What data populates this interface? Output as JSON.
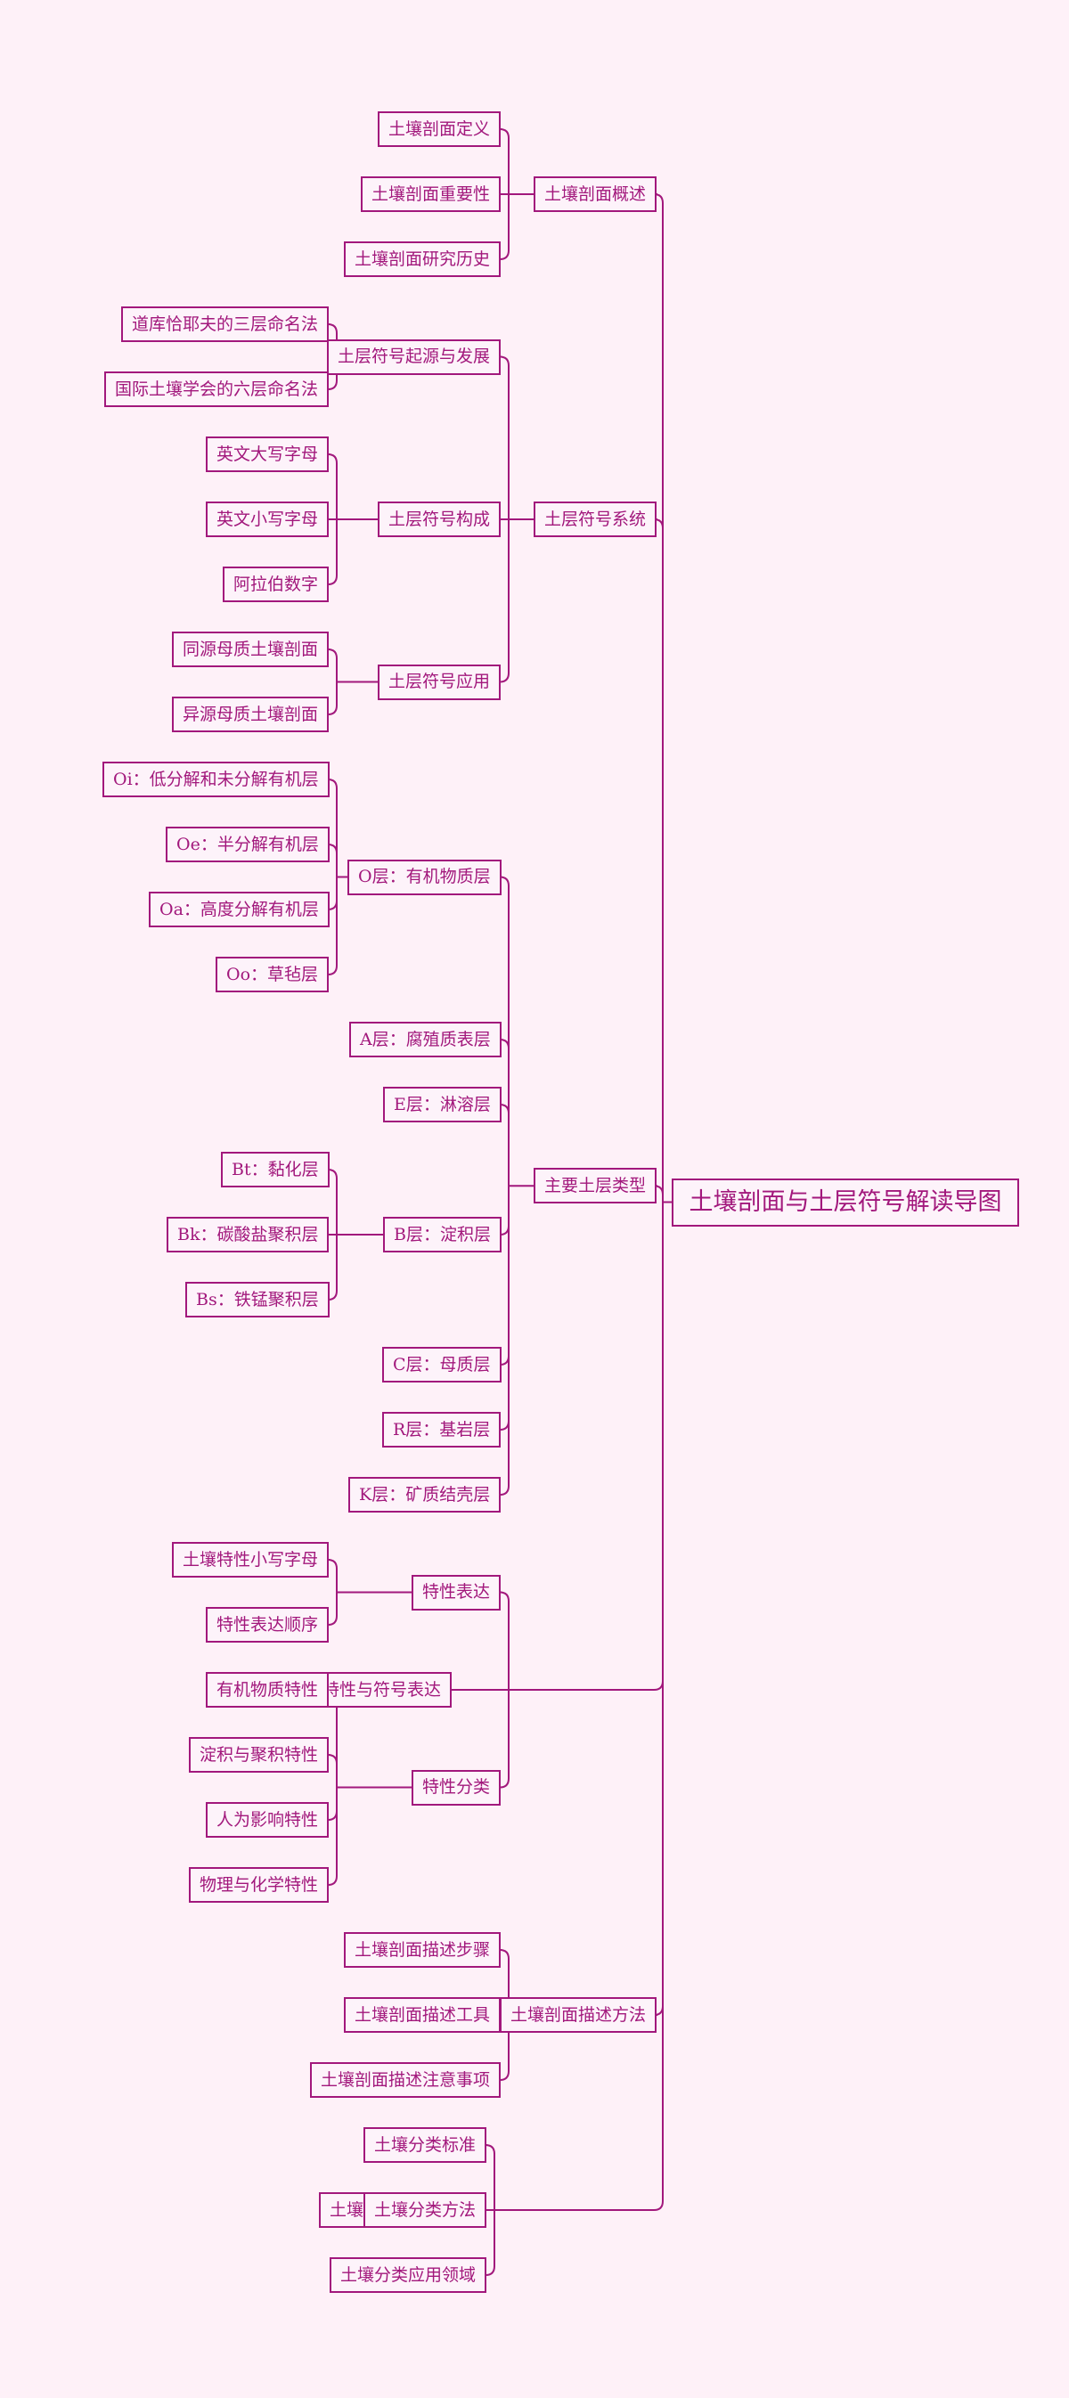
{
  "root": "土壤剖面与土层符号解读导图",
  "branches": [
    {
      "label": "土壤剖面概述",
      "children": [
        {
          "label": "土壤剖面定义"
        },
        {
          "label": "土壤剖面重要性"
        },
        {
          "label": "土壤剖面研究历史"
        }
      ]
    },
    {
      "label": "土层符号系统",
      "children": [
        {
          "label": "土层符号起源与发展",
          "children": [
            {
              "label": "道库恰耶夫的三层命名法"
            },
            {
              "label": "国际土壤学会的六层命名法"
            }
          ]
        },
        {
          "label": "土层符号构成",
          "children": [
            {
              "label": "英文大写字母"
            },
            {
              "label": "英文小写字母"
            },
            {
              "label": "阿拉伯数字"
            }
          ]
        },
        {
          "label": "土层符号应用",
          "children": [
            {
              "label": "同源母质土壤剖面"
            },
            {
              "label": "异源母质土壤剖面"
            }
          ]
        }
      ]
    },
    {
      "label": "主要土层类型",
      "children": [
        {
          "label": "O层：有机物质层",
          "children": [
            {
              "label": "Oi：低分解和未分解有机层"
            },
            {
              "label": "Oe：半分解有机层"
            },
            {
              "label": "Oa：高度分解有机层"
            },
            {
              "label": "Oo：草毡层"
            }
          ]
        },
        {
          "label": "A层：腐殖质表层"
        },
        {
          "label": "E层：淋溶层"
        },
        {
          "label": "B层：淀积层",
          "children": [
            {
              "label": "Bt：黏化层"
            },
            {
              "label": "Bk：碳酸盐聚积层"
            },
            {
              "label": "Bs：铁锰聚积层"
            }
          ]
        },
        {
          "label": "C层：母质层"
        },
        {
          "label": "R层：基岩层"
        },
        {
          "label": "K层：矿质结壳层"
        }
      ]
    },
    {
      "label": "土层特性与符号表达",
      "children": [
        {
          "label": "特性表达",
          "children": [
            {
              "label": "土壤特性小写字母"
            },
            {
              "label": "特性表达顺序"
            }
          ]
        },
        {
          "label": "特性分类",
          "children": [
            {
              "label": "有机物质特性"
            },
            {
              "label": "淀积与聚积特性"
            },
            {
              "label": "人为影响特性"
            },
            {
              "label": "物理与化学特性"
            }
          ]
        }
      ]
    },
    {
      "label": "土壤剖面描述方法",
      "children": [
        {
          "label": "土壤剖面描述步骤"
        },
        {
          "label": "土壤剖面描述工具"
        },
        {
          "label": "土壤剖面描述注意事项"
        }
      ]
    },
    {
      "label": "土壤分类与应用",
      "children": [
        {
          "label": "土壤分类标准"
        },
        {
          "label": "土壤分类方法"
        },
        {
          "label": "土壤分类应用领域"
        }
      ]
    }
  ],
  "colors": {
    "line": "#a2187c",
    "text": "#a2187c",
    "background": "#fef1f8",
    "box": "#fdf3fa"
  }
}
